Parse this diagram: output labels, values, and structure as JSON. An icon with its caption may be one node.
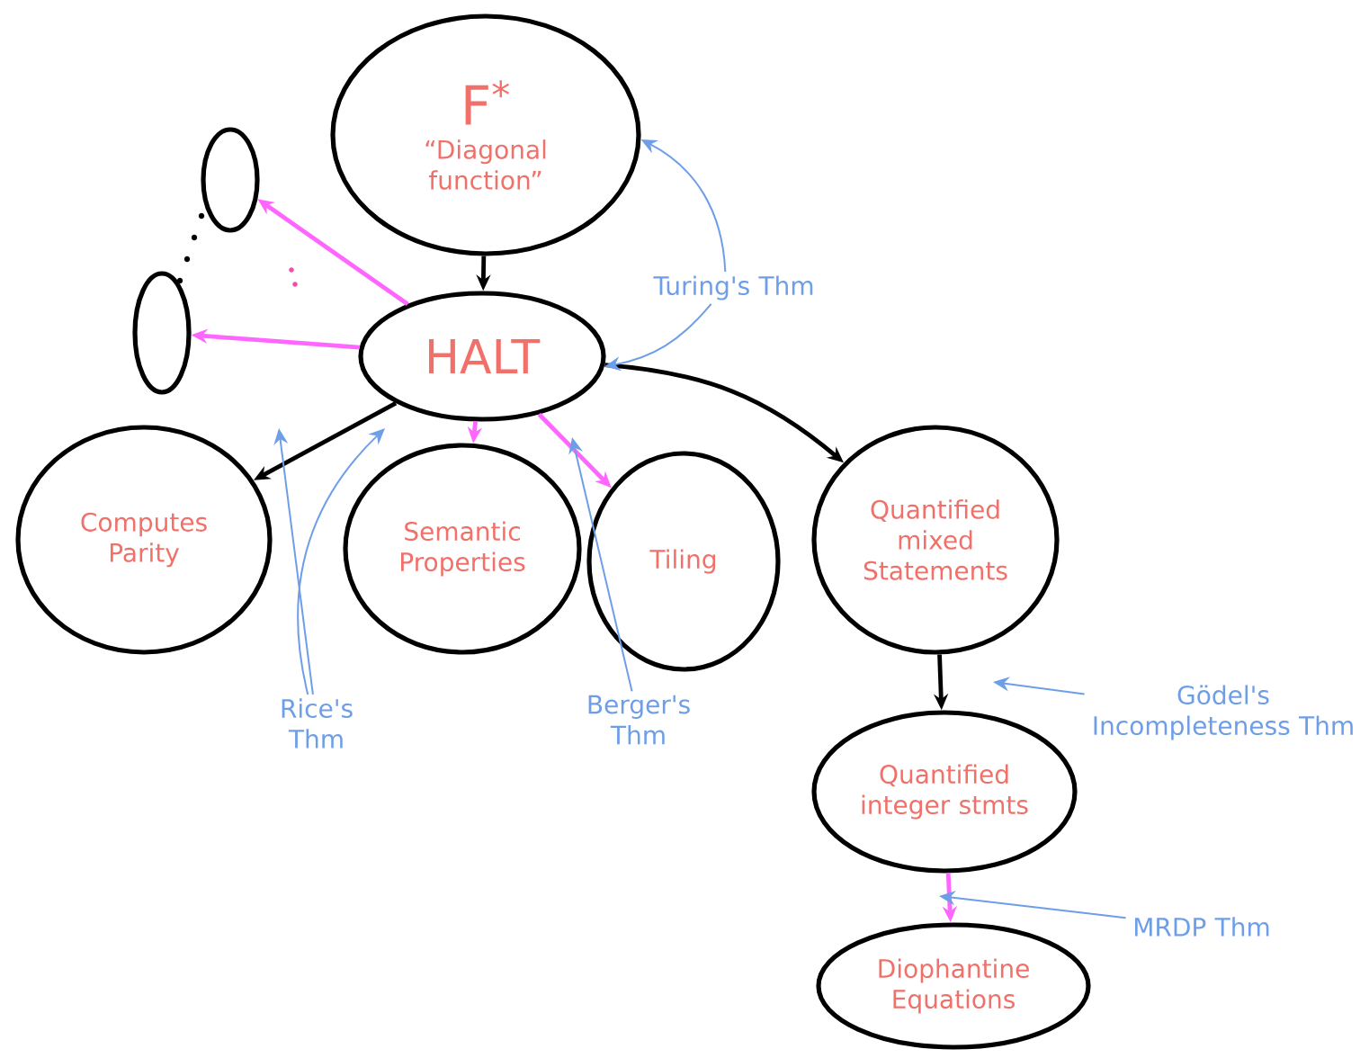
{
  "diagram": {
    "nodes": [
      {
        "text": [
          "F$^{*}$",
          "“Diagonal function”"
        ]
      },
      {
        "text": [
          "HALT"
        ]
      },
      {
        "text": [],
        "shape": "circle"
      },
      {
        "text": [],
        "shape": "circle"
      },
      {
        "text": [
          "Computes Parity"
        ]
      },
      {
        "text": [
          "Semantic Properties"
        ]
      },
      {
        "text": [
          "Tiling"
        ]
      },
      {
        "text": [
          "Quantified mixed Statements"
        ]
      },
      {
        "text": [
          "Quantified integer stmts"
        ]
      },
      {
        "text": [
          "Diophantine Equations"
        ]
      },
      {
        "text": [
          "Turing's Thm"
        ]
      },
      {
        "text": [
          "Rice's Thm"
        ]
      },
      {
        "text": [
          "Berger's Thm"
        ]
      },
      {
        "text": [
          "Gödel's Incompleteness Thm"
        ]
      },
      {
        "text": [
          "MRDP Thm"
        ]
      }
    ],
    "edges": [
      {
        "from": 0,
        "to": 1,
        "arrow": "to",
        "color": "#000000"
      },
      {
        "from": 1,
        "to": 2,
        "arrow": "to",
        "color": "#ff66ff"
      },
      {
        "from": 1,
        "to": 3,
        "arrow": "to",
        "color": "#ff66ff"
      },
      {
        "from": 1,
        "to": 4,
        "arrow": "to",
        "color": "#000000"
      },
      {
        "from": 1,
        "to": 5,
        "arrow": "to",
        "color": "#ff66ff"
      },
      {
        "from": 1,
        "to": 6,
        "arrow": "to",
        "color": "#ff66ff"
      },
      {
        "from": 1,
        "to": 7,
        "arrow": "to",
        "color": "#000000"
      },
      {
        "from": 7,
        "to": 8,
        "arrow": "to",
        "color": "#000000"
      },
      {
        "from": 8,
        "to": 9,
        "arrow": "to",
        "color": "#ff66ff"
      },
      {
        "from": 10,
        "to": 0,
        "arrow": "to",
        "color": "#6f9ee8"
      },
      {
        "from": 10,
        "to": 1,
        "arrow": "to",
        "color": "#6f9ee8"
      },
      {
        "from": 11,
        "to": null,
        "arrow": "to",
        "color": "#6f9ee8"
      },
      {
        "from": 11,
        "to": null,
        "arrow": "to",
        "color": "#6f9ee8"
      },
      {
        "from": 12,
        "to": null,
        "arrow": "to",
        "color": "#6f9ee8"
      },
      {
        "from": 13,
        "to": null,
        "arrow": "to",
        "color": "#6f9ee8"
      },
      {
        "from": 14,
        "to": null,
        "arrow": "to",
        "color": "#6f9ee8"
      }
    ]
  }
}
